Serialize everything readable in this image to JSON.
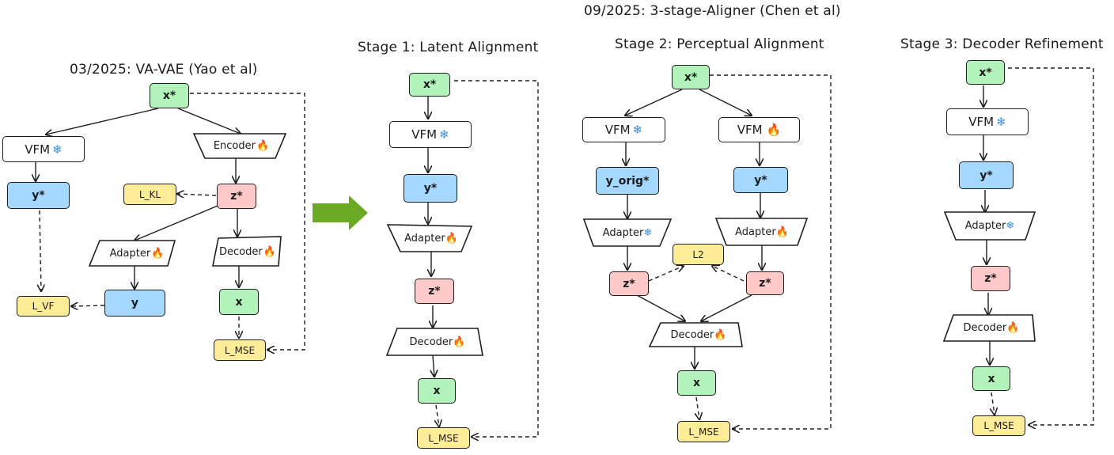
{
  "titles": {
    "vavae": "03/2025: VA-VAE (Yao et al)",
    "aligner": "09/2025: 3-stage-Aligner (Chen et al)",
    "stage1": "Stage 1: Latent Alignment",
    "stage2": "Stage 2: Perceptual Alignment",
    "stage3": "Stage 3: Decoder Refinement"
  },
  "vavae": {
    "x_star": "x*",
    "vfm": "VFM",
    "encoder": "Encoder",
    "y_star": "y*",
    "l_kl": "L_KL",
    "z_star": "z*",
    "adapter": "Adapter",
    "decoder": "Decoder",
    "l_vf": "L_VF",
    "y": "y",
    "x": "x",
    "l_mse": "L_MSE"
  },
  "stage1": {
    "x_star": "x*",
    "vfm": "VFM",
    "y_star": "y*",
    "adapter": "Adapter",
    "z_star": "z*",
    "decoder": "Decoder",
    "x": "x",
    "l_mse": "L_MSE"
  },
  "stage2": {
    "x_star": "x*",
    "vfm_frozen": "VFM",
    "vfm_train": "VFM",
    "y_orig": "y_orig*",
    "y_star": "y*",
    "adapter_frozen": "Adapter",
    "adapter_train": "Adapter",
    "l2": "L2",
    "z_left": "z*",
    "z_right": "z*",
    "decoder": "Decoder",
    "x": "x",
    "l_mse": "L_MSE"
  },
  "stage3": {
    "x_star": "x*",
    "vfm": "VFM",
    "y_star": "y*",
    "adapter": "Adapter",
    "z_star": "z*",
    "decoder": "Decoder",
    "x": "x",
    "l_mse": "L_MSE"
  },
  "icons": {
    "frozen": "❄",
    "trainable": "🔥"
  },
  "colors": {
    "green": "#b2f2bb",
    "blue": "#a5d8ff",
    "pink": "#ffc9c9",
    "yellow": "#ffec99",
    "arrow": "#6aa924"
  }
}
